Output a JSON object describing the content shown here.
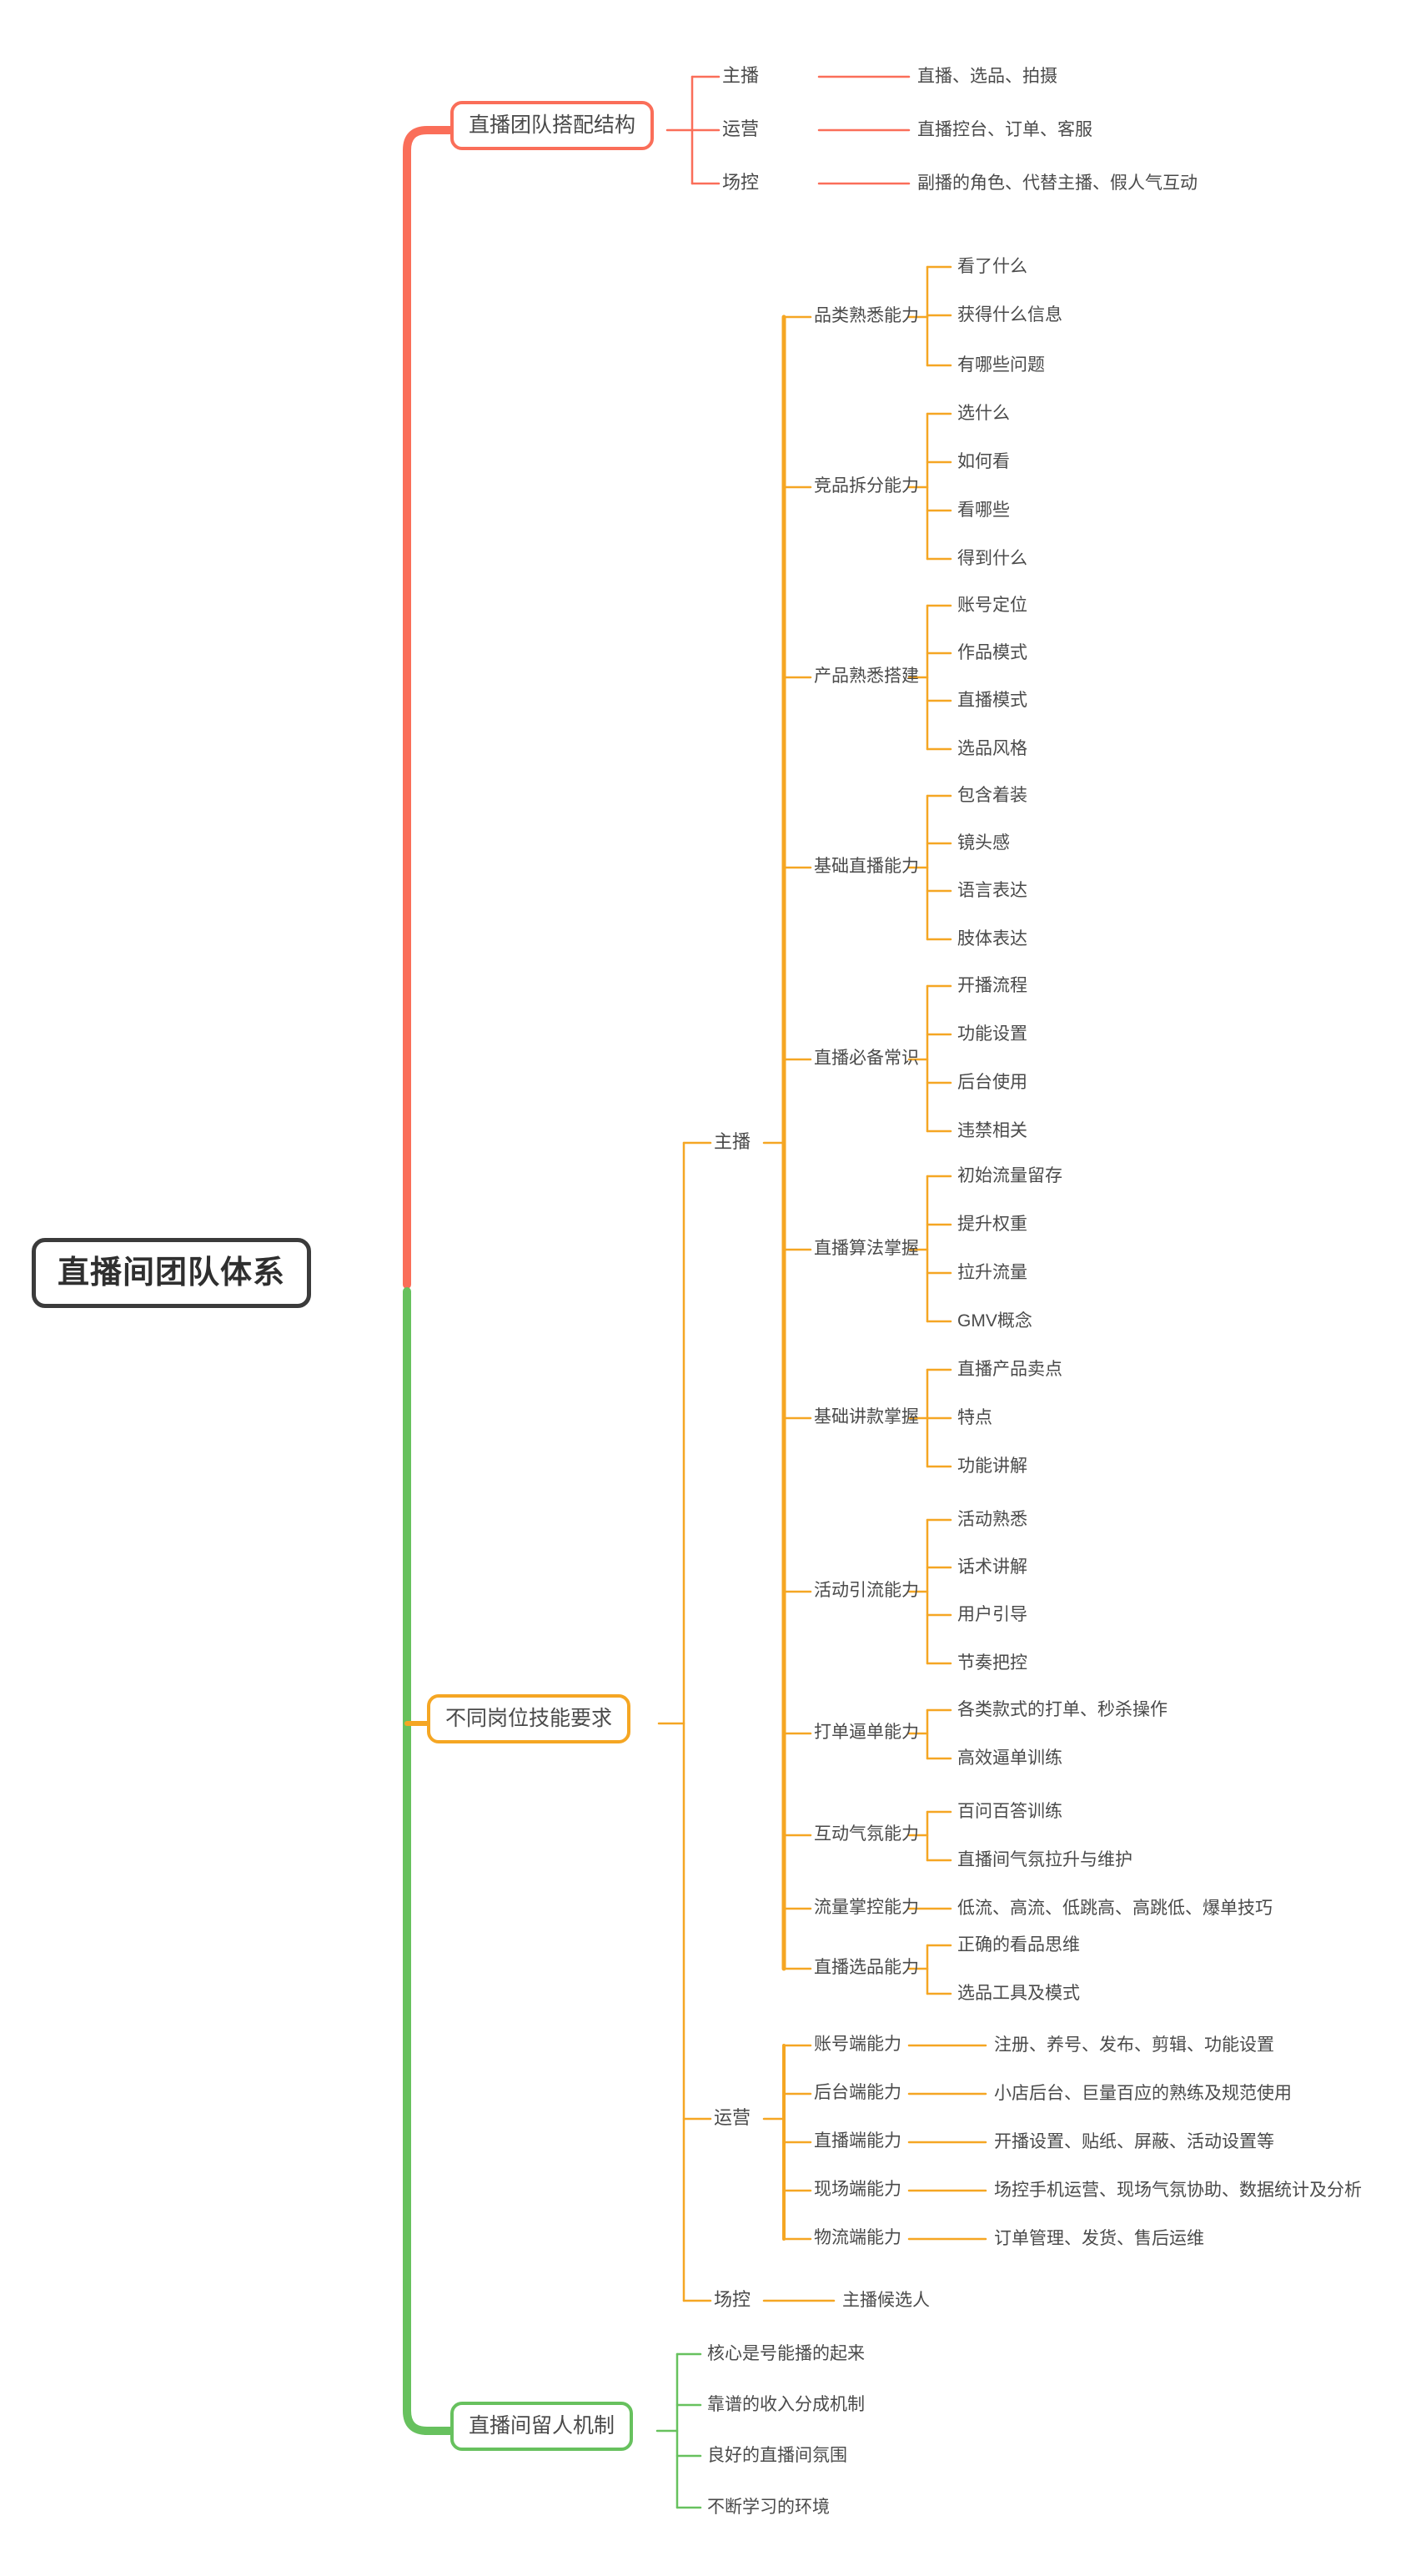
{
  "diagram": {
    "type": "mind-map",
    "root": {
      "label": "直播间团队体系"
    },
    "colors": {
      "root_border": "#3b3b3b",
      "branch_red": "#fa6e59",
      "branch_orange": "#f5a623",
      "branch_green": "#67c15e",
      "text": "#4a4a4a",
      "background": "#ffffff"
    },
    "branches": [
      {
        "id": "b1",
        "label": "直播团队搭配结构",
        "color": "#fa6e59",
        "children": [
          {
            "label": "主播",
            "children": [
              {
                "label": "直播、选品、拍摄"
              }
            ]
          },
          {
            "label": "运营",
            "children": [
              {
                "label": "直播控台、订单、客服"
              }
            ]
          },
          {
            "label": "场控",
            "children": [
              {
                "label": "副播的角色、代替主播、假人气互动"
              }
            ]
          }
        ]
      },
      {
        "id": "b2",
        "label": "不同岗位技能要求",
        "color": "#f5a623",
        "children": [
          {
            "label": "主播",
            "children": [
              {
                "label": "品类熟悉能力",
                "children": [
                  {
                    "label": "看了什么"
                  },
                  {
                    "label": "获得什么信息"
                  },
                  {
                    "label": "有哪些问题"
                  }
                ]
              },
              {
                "label": "竞品拆分能力",
                "children": [
                  {
                    "label": "选什么"
                  },
                  {
                    "label": "如何看"
                  },
                  {
                    "label": "看哪些"
                  },
                  {
                    "label": "得到什么"
                  }
                ]
              },
              {
                "label": "产品熟悉搭建",
                "children": [
                  {
                    "label": "账号定位"
                  },
                  {
                    "label": "作品模式"
                  },
                  {
                    "label": "直播模式"
                  },
                  {
                    "label": "选品风格"
                  }
                ]
              },
              {
                "label": "基础直播能力",
                "children": [
                  {
                    "label": "包含着装"
                  },
                  {
                    "label": "镜头感"
                  },
                  {
                    "label": "语言表达"
                  },
                  {
                    "label": "肢体表达"
                  }
                ]
              },
              {
                "label": "直播必备常识",
                "children": [
                  {
                    "label": "开播流程"
                  },
                  {
                    "label": "功能设置"
                  },
                  {
                    "label": "后台使用"
                  },
                  {
                    "label": "违禁相关"
                  }
                ]
              },
              {
                "label": "直播算法掌握",
                "children": [
                  {
                    "label": "初始流量留存"
                  },
                  {
                    "label": "提升权重"
                  },
                  {
                    "label": "拉升流量"
                  },
                  {
                    "label": "GMV概念"
                  }
                ]
              },
              {
                "label": "基础讲款掌握",
                "children": [
                  {
                    "label": "直播产品卖点"
                  },
                  {
                    "label": "特点"
                  },
                  {
                    "label": "功能讲解"
                  }
                ]
              },
              {
                "label": "活动引流能力",
                "children": [
                  {
                    "label": "活动熟悉"
                  },
                  {
                    "label": "话术讲解"
                  },
                  {
                    "label": "用户引导"
                  },
                  {
                    "label": "节奏把控"
                  }
                ]
              },
              {
                "label": "打单逼单能力",
                "children": [
                  {
                    "label": "各类款式的打单、秒杀操作"
                  },
                  {
                    "label": "高效逼单训练"
                  }
                ]
              },
              {
                "label": "互动气氛能力",
                "children": [
                  {
                    "label": "百问百答训练"
                  },
                  {
                    "label": "直播间气氛拉升与维护"
                  }
                ]
              },
              {
                "label": "流量掌控能力",
                "children": [
                  {
                    "label": "低流、高流、低跳高、高跳低、爆单技巧"
                  }
                ]
              },
              {
                "label": "直播选品能力",
                "children": [
                  {
                    "label": "正确的看品思维"
                  },
                  {
                    "label": "选品工具及模式"
                  }
                ]
              }
            ]
          },
          {
            "label": "运营",
            "children": [
              {
                "label": "账号端能力",
                "children": [
                  {
                    "label": "注册、养号、发布、剪辑、功能设置"
                  }
                ]
              },
              {
                "label": "后台端能力",
                "children": [
                  {
                    "label": "小店后台、巨量百应的熟练及规范使用"
                  }
                ]
              },
              {
                "label": "直播端能力",
                "children": [
                  {
                    "label": "开播设置、贴纸、屏蔽、活动设置等"
                  }
                ]
              },
              {
                "label": "现场端能力",
                "children": [
                  {
                    "label": "场控手机运营、现场气氛协助、数据统计及分析"
                  }
                ]
              },
              {
                "label": "物流端能力",
                "children": [
                  {
                    "label": "订单管理、发货、售后运维"
                  }
                ]
              }
            ]
          },
          {
            "label": "场控",
            "children": [
              {
                "label": "主播候选人"
              }
            ]
          }
        ]
      },
      {
        "id": "b3",
        "label": "直播间留人机制",
        "color": "#67c15e",
        "children": [
          {
            "label": "核心是号能播的起来"
          },
          {
            "label": "靠谱的收入分成机制"
          },
          {
            "label": "良好的直播间氛围"
          },
          {
            "label": "不断学习的环境"
          }
        ]
      }
    ]
  }
}
